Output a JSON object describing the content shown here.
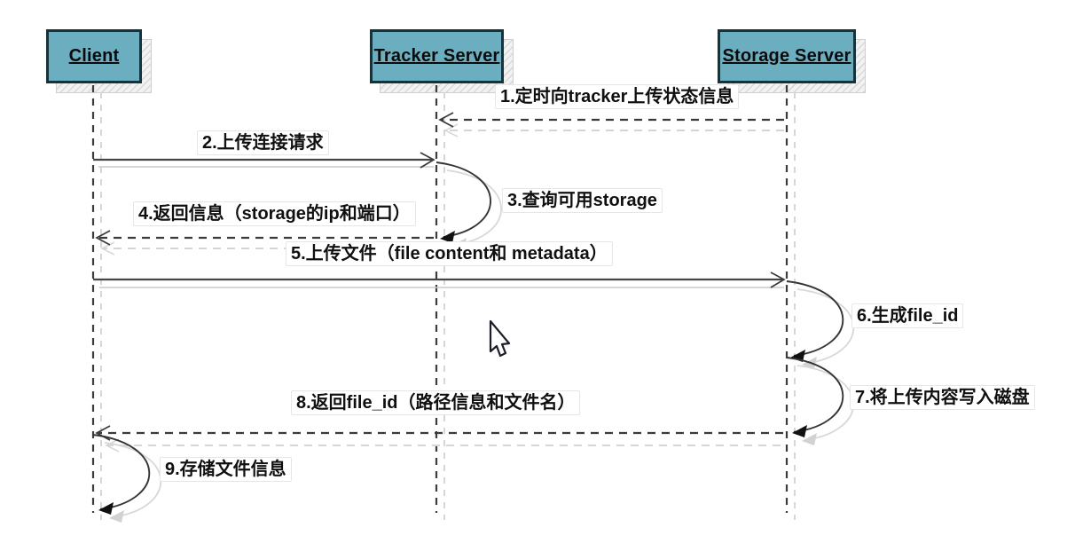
{
  "diagram_type": "uml-sequence",
  "actors": [
    {
      "label": "Client"
    },
    {
      "label": "Tracker Server"
    },
    {
      "label": "Storage Server"
    }
  ],
  "messages": [
    {
      "num": "1",
      "label": "1.定时向tracker上传状态信息",
      "from": "Storage Server",
      "to": "Tracker Server",
      "line": "dashed"
    },
    {
      "num": "2",
      "label": "2.上传连接请求",
      "from": "Client",
      "to": "Tracker Server",
      "line": "solid"
    },
    {
      "num": "3",
      "label": "3.查询可用storage",
      "from": "Tracker Server",
      "to": "Tracker Server",
      "line": "self-loop"
    },
    {
      "num": "4",
      "label": "4.返回信息（storage的ip和端口）",
      "from": "Tracker Server",
      "to": "Client",
      "line": "dashed"
    },
    {
      "num": "5",
      "label": "5.上传文件（file content和 metadata）",
      "from": "Client",
      "to": "Storage Server",
      "line": "solid"
    },
    {
      "num": "6",
      "label": "6.生成file_id",
      "from": "Storage Server",
      "to": "Storage Server",
      "line": "self-loop"
    },
    {
      "num": "7",
      "label": "7.将上传内容写入磁盘",
      "from": "Storage Server",
      "to": "Storage Server",
      "line": "self-loop"
    },
    {
      "num": "8",
      "label": "8.返回file_id（路径信息和文件名）",
      "from": "Storage Server",
      "to": "Client",
      "line": "dashed"
    },
    {
      "num": "9",
      "label": "9.存储文件信息",
      "from": "Client",
      "to": "Client",
      "line": "self-loop"
    }
  ],
  "cursor": {
    "icon": "arrow-pointer-cursor"
  },
  "colors": {
    "background": "#ffffff",
    "actor_fill": "#6aaec0",
    "actor_border": "#16333b",
    "line": "#3f3f3f",
    "ghost": "#d3d3d3",
    "label_border": "#e6e6e6",
    "text": "#101010"
  }
}
